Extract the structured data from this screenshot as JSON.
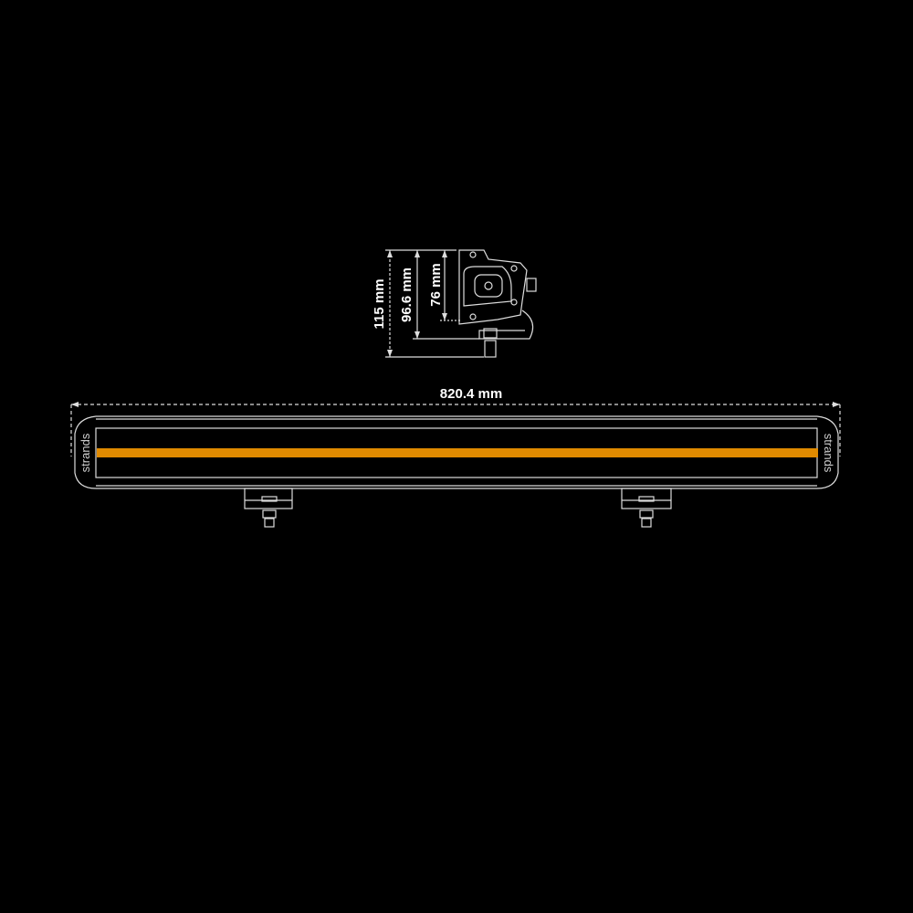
{
  "dimensions": {
    "length": "820.4 mm",
    "height_total": "115 mm",
    "height_body": "96.6 mm",
    "height_lens": "76 mm"
  },
  "brand": {
    "logo_text": "strands"
  },
  "colors": {
    "background": "#000000",
    "light_strip": "#e08a00",
    "outline": "#dddddd"
  }
}
